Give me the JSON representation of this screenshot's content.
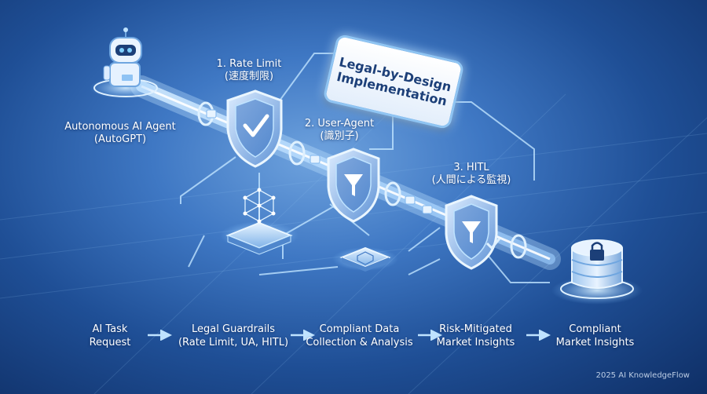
{
  "title": {
    "line1": "Legal-by-Design",
    "line2": "Implementation"
  },
  "agent": {
    "line1": "Autonomous AI Agent",
    "line2": "(AutoGPT)"
  },
  "guards": [
    {
      "line1": "1. Rate Limit",
      "line2": "(速度制限)"
    },
    {
      "line1": "2. User-Agent",
      "line2": "(識別子)"
    },
    {
      "line1": "3. HITL",
      "line2": "(人間による監視)"
    }
  ],
  "flow": [
    {
      "line1": "AI Task",
      "line2": "Request"
    },
    {
      "line1": "Legal Guardrails",
      "line2": "(Rate Limit, UA, HITL)"
    },
    {
      "line1": "Compliant Data",
      "line2": "Collection & Analysis"
    },
    {
      "line1": "Risk-Mitigated",
      "line2": "Market Insights"
    },
    {
      "line1": "Compliant",
      "line2": "Market Insights"
    }
  ],
  "credit": "2025 AI KnowledgeFlow",
  "icons": [
    "robot-icon",
    "shield-check-icon",
    "shield-filter-icon",
    "database-lock-icon",
    "network-node-icon"
  ],
  "colors": {
    "background_dark": "#0f2f66",
    "background_light": "#6fa3de",
    "glow": "#bfe3ff",
    "text": "#ffffff",
    "badge_text": "#1c3f78"
  }
}
